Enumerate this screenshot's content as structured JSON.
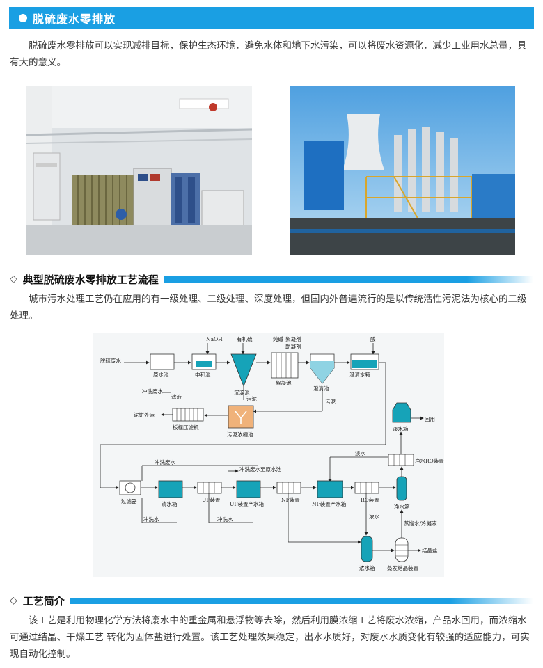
{
  "header": {
    "title": "脱硫废水零排放"
  },
  "intro": {
    "text": "脱硫废水零排放可以实现减排目标，保护生态环境，避免水体和地下水污染，可以将废水资源化，减少工业用水总量，具有大的意义。"
  },
  "photos": [
    {
      "name": "indoor-equipment-photo"
    },
    {
      "name": "outdoor-plant-photo"
    }
  ],
  "process_section": {
    "title": "典型脱硫废水零排放工艺流程",
    "text": "城市污水处理工艺仍在应用的有一级处理、二级处理、深度处理，但国内外普遍流行的是以传统活性污泥法为核心的二级处理。"
  },
  "diagram": {
    "input": "脱硫废水",
    "naoh": "NaOH",
    "organic_sulfur": "有机硫",
    "chem_a": "纯碱",
    "chem_b": "絮凝剂",
    "chem_c": "助凝剂",
    "acid": "酸",
    "tank_raw": "原水池",
    "tank_neutral": "中和池",
    "tank_settle": "沉淀池",
    "tank_floc": "絮凝池",
    "tank_clarify": "澄清池",
    "tank_clear_water": "澄清水箱",
    "flush_water": "冲洗废水",
    "filtrate": "滤液",
    "sludge": "污泥",
    "mud_out": "泥饼外运",
    "filter_press": "板框压滤机",
    "sludge_thickener": "污泥浓缩池",
    "fresh_water_tank": "淡水箱",
    "reuse": "回用",
    "fresh_water": "淡水",
    "ro_purify": "净水RO装置",
    "flush_to_raw": "冲洗废水至原水池",
    "filter": "过滤器",
    "clean_water_tank": "清水箱",
    "uf": "UF装置",
    "uf_product": "UF装置产水箱",
    "nf": "NF装置",
    "nf_product": "NF装置产水箱",
    "ro": "RO装置",
    "pure_water_tank": "净水箱",
    "conc_water": "浓水",
    "steam_cond": "蒸馏水/冷凝液",
    "flush_water_2": "冲洗水",
    "conc_tank": "浓水箱",
    "evap": "蒸发结晶装置",
    "salt": "结晶盐"
  },
  "intro2_section": {
    "title": "工艺简介",
    "text": "该工艺是利用物理化学方法将废水中的重金属和悬浮物等去除，然后利用膜浓缩工艺将废水浓缩，产品水回用，而浓缩水可通过结晶、干燥工艺 转化为固体盐进行处置。该工艺处理效果稳定，出水水质好，对废水水质变化有较强的适应能力，可实现自动化控制。"
  },
  "colors": {
    "accent": "#1a9fe3",
    "tank": "#16a3b8",
    "sludge_tank": "#f0b27a"
  }
}
